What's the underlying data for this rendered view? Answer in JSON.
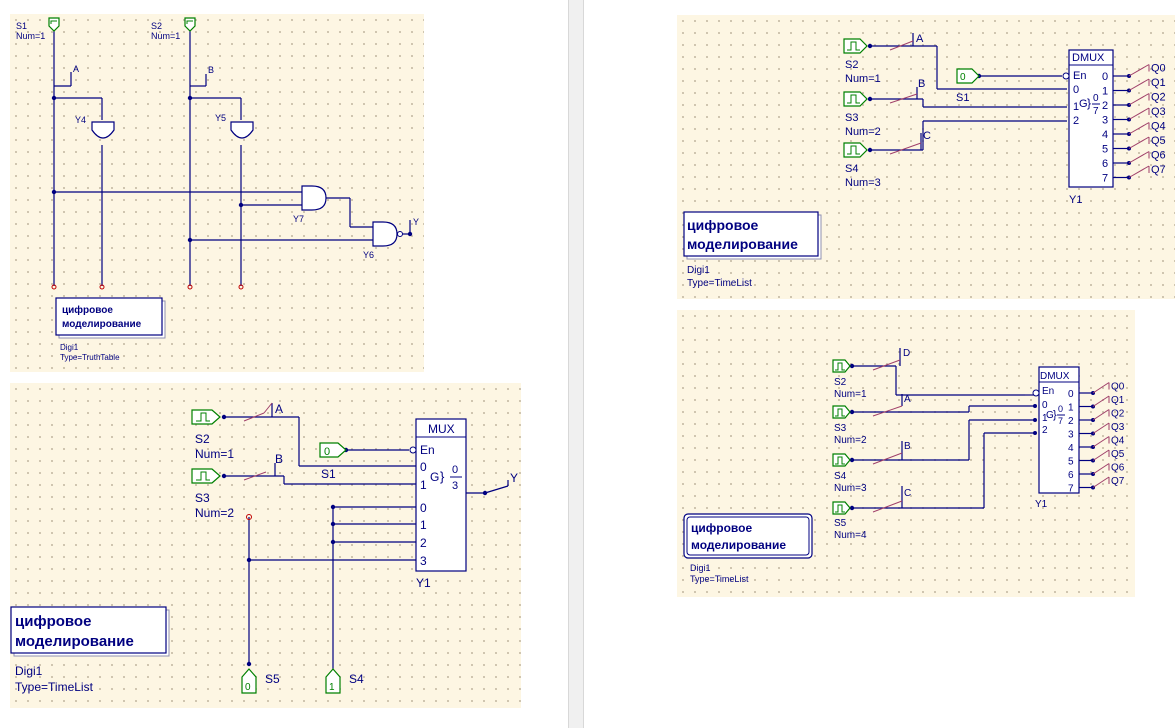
{
  "colors": {
    "wire": "#000080",
    "source": "#008000",
    "probe": "#a0406a",
    "node": "#c00000",
    "grid_bg": "#fdf6e3"
  },
  "panel1": {
    "s1": "S1",
    "s1_num": "Num=1",
    "s2": "S2",
    "s2_num": "Num=1",
    "probe_a": "A",
    "probe_b": "B",
    "probe_y": "Y",
    "y4": "Y4",
    "y5": "Y5",
    "y7": "Y7",
    "y6": "Y6",
    "digi_line1": "цифровое",
    "digi_line2": "моделирование",
    "digi_name": "Digi1",
    "digi_type": "Type=TruthTable"
  },
  "panel2": {
    "s2": "S2",
    "s2_num": "Num=1",
    "s3": "S3",
    "s3_num": "Num=2",
    "s1": "S1",
    "s1_value": "0",
    "s5": "S5",
    "s4": "S4",
    "s5_value": "0",
    "s4_value": "1",
    "probe_a": "A",
    "probe_b": "B",
    "probe_y": "Y",
    "mux": "MUX",
    "en": "En",
    "in0": "0",
    "in1": "1",
    "g": "G",
    "frac_top": "0",
    "frac_bot": "3",
    "d0": "0",
    "d1": "1",
    "d2": "2",
    "d3": "3",
    "y1": "Y1",
    "digi_line1": "цифровое",
    "digi_line2": "моделирование",
    "digi_name": "Digi1",
    "digi_type": "Type=TimeList"
  },
  "panel3": {
    "s2": "S2",
    "s2_num": "Num=1",
    "s3": "S3",
    "s3_num": "Num=2",
    "s4": "S4",
    "s4_num": "Num=3",
    "s1": "S1",
    "s1_value": "0",
    "probe_a": "A",
    "probe_b": "B",
    "probe_c": "C",
    "dmux": "DMUX",
    "en": "En",
    "sel0": "0",
    "sel1": "1",
    "sel2": "2",
    "g": "G",
    "frac_top": "0",
    "frac_bot": "7",
    "outputs": [
      "0",
      "1",
      "2",
      "3",
      "4",
      "5",
      "6",
      "7"
    ],
    "q_labels": [
      "Q0",
      "Q1",
      "Q2",
      "Q3",
      "Q4",
      "Q5",
      "Q6",
      "Q7"
    ],
    "y1": "Y1",
    "digi_line1": "цифровое",
    "digi_line2": "моделирование",
    "digi_name": "Digi1",
    "digi_type": "Type=TimeList"
  },
  "panel4": {
    "s2": "S2",
    "s2_num": "Num=1",
    "s3": "S3",
    "s3_num": "Num=2",
    "s4": "S4",
    "s4_num": "Num=3",
    "s5": "S5",
    "s5_num": "Num=4",
    "probe_d": "D",
    "probe_a": "A",
    "probe_b": "B",
    "probe_c": "C",
    "dmux": "DMUX",
    "en": "En",
    "sel0": "0",
    "sel1": "1",
    "sel2": "2",
    "g": "G",
    "frac_top": "0",
    "frac_bot": "7",
    "outputs": [
      "0",
      "1",
      "2",
      "3",
      "4",
      "5",
      "6",
      "7"
    ],
    "q_labels": [
      "Q0",
      "Q1",
      "Q2",
      "Q3",
      "Q4",
      "Q5",
      "Q6",
      "Q7"
    ],
    "y1": "Y1",
    "digi_line1": "цифровое",
    "digi_line2": "моделирование",
    "digi_name": "Digi1",
    "digi_type": "Type=TimeList"
  }
}
